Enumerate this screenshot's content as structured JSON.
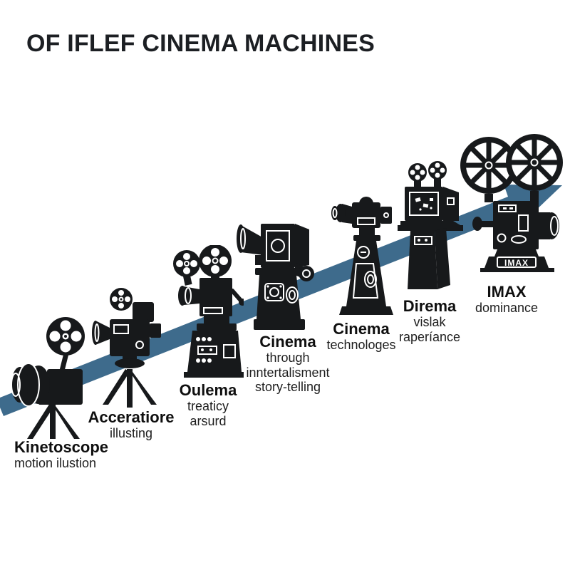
{
  "title": "OF IFLEF CINEMA MACHINES",
  "arrow": {
    "color": "#3E6B8C",
    "direction": "ascending-left-to-right"
  },
  "machines": [
    {
      "id": "kinetoscope",
      "icon": "vintage-reel-camera-on-tripod",
      "title": "Kinetoscope",
      "sub1": "motion ilustion"
    },
    {
      "id": "acceratiore",
      "icon": "movie-camera-on-tripod",
      "title": "Acceratiore",
      "sub1": "illusting"
    },
    {
      "id": "oulema",
      "icon": "hand-crank-projector-on-cabinet",
      "title": "Oulema",
      "sub1": "treaticy",
      "sub2": "arsurd"
    },
    {
      "id": "cinema-storytelling",
      "icon": "horn-projector-on-pedestal",
      "title": "Cinema",
      "sub1": "through",
      "sub2": "inntertalisment",
      "sub3": "story-telling"
    },
    {
      "id": "cinema-technologes",
      "icon": "camera-on-tower-pedestal",
      "title": "Cinema",
      "sub1": "technologes"
    },
    {
      "id": "direma",
      "icon": "film-box-on-column",
      "title": "Direma",
      "sub1": "vislak",
      "sub2": "raperíance"
    },
    {
      "id": "imax",
      "icon": "imax-dual-reel-projector",
      "title": "IMAX",
      "sub1": "dominance",
      "base_label": "IMAX"
    }
  ]
}
